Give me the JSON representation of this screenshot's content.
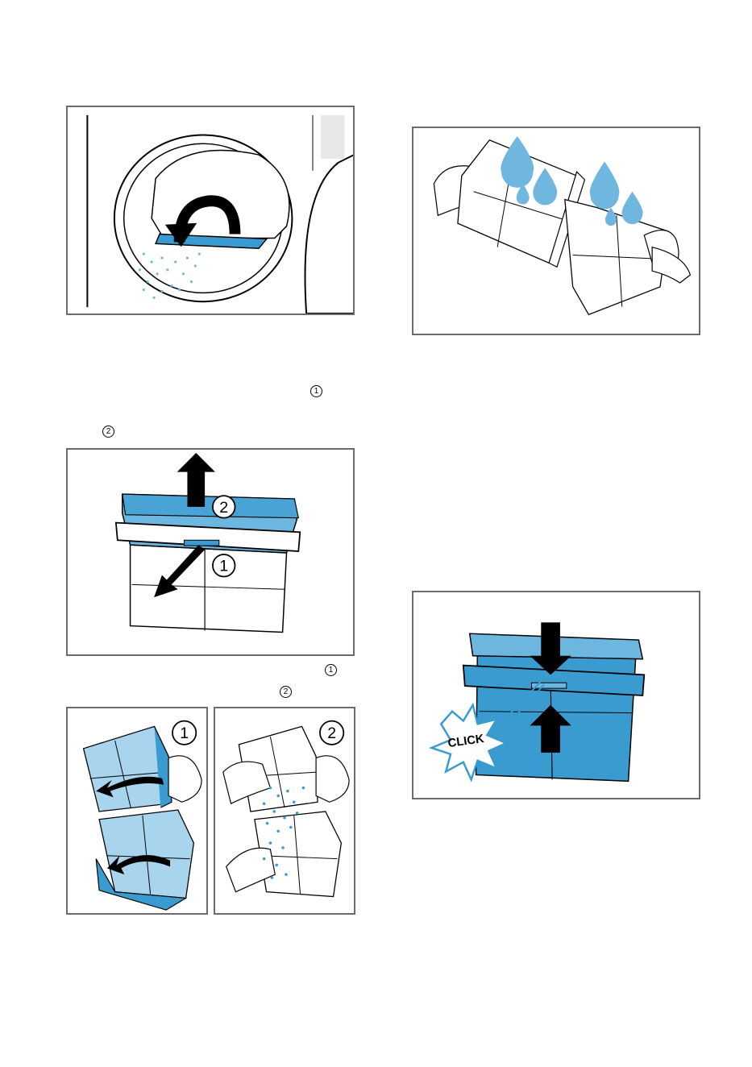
{
  "figures": {
    "drum": {
      "name": "drum-filter-removal"
    },
    "filter_open": {
      "labels": [
        "2",
        "1"
      ]
    },
    "filter_clean_1": {
      "label": "1"
    },
    "filter_clean_2": {
      "label": "2"
    },
    "rinse": {
      "name": "rinse-filter"
    },
    "reinsert": {
      "click_text": "CLICK"
    }
  },
  "step_markers": [
    "1",
    "2",
    "1",
    "2"
  ],
  "colors": {
    "accent_blue": "#3a9bd0",
    "light_blue": "#6cb6e0",
    "frame": "#6b6b6b",
    "drop_blue": "#6fb7de"
  }
}
